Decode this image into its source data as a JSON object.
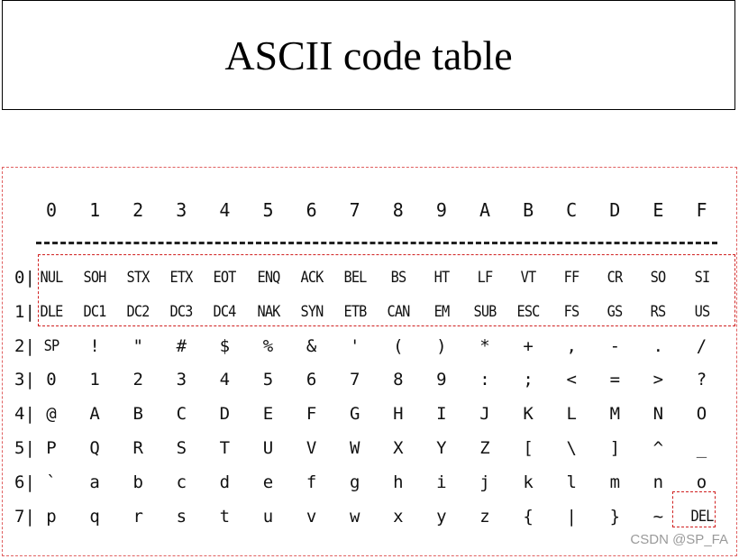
{
  "title": "ASCII code table",
  "columns": [
    "0",
    "1",
    "2",
    "3",
    "4",
    "5",
    "6",
    "7",
    "8",
    "9",
    "A",
    "B",
    "C",
    "D",
    "E",
    "F"
  ],
  "rows": [
    {
      "label": "0|",
      "cells": [
        "NUL",
        "SOH",
        "STX",
        "ETX",
        "EOT",
        "ENQ",
        "ACK",
        "BEL",
        "BS",
        "HT",
        "LF",
        "VT",
        "FF",
        "CR",
        "SO",
        "SI"
      ]
    },
    {
      "label": "1|",
      "cells": [
        "DLE",
        "DC1",
        "DC2",
        "DC3",
        "DC4",
        "NAK",
        "SYN",
        "ETB",
        "CAN",
        "EM",
        "SUB",
        "ESC",
        "FS",
        "GS",
        "RS",
        "US"
      ]
    },
    {
      "label": "2|",
      "cells": [
        "SP",
        "!",
        "\"",
        "#",
        "$",
        "%",
        "&",
        "'",
        "(",
        ")",
        "*",
        "+",
        ",",
        "-",
        ".",
        "/"
      ]
    },
    {
      "label": "3|",
      "cells": [
        "0",
        "1",
        "2",
        "3",
        "4",
        "5",
        "6",
        "7",
        "8",
        "9",
        ":",
        ";",
        "<",
        "=",
        ">",
        "?"
      ]
    },
    {
      "label": "4|",
      "cells": [
        "@",
        "A",
        "B",
        "C",
        "D",
        "E",
        "F",
        "G",
        "H",
        "I",
        "J",
        "K",
        "L",
        "M",
        "N",
        "O"
      ]
    },
    {
      "label": "5|",
      "cells": [
        "P",
        "Q",
        "R",
        "S",
        "T",
        "U",
        "V",
        "W",
        "X",
        "Y",
        "Z",
        "[",
        "\\",
        "]",
        "^",
        "_"
      ]
    },
    {
      "label": "6|",
      "cells": [
        "`",
        "a",
        "b",
        "c",
        "d",
        "e",
        "f",
        "g",
        "h",
        "i",
        "j",
        "k",
        "l",
        "m",
        "n",
        "o"
      ]
    },
    {
      "label": "7|",
      "cells": [
        "p",
        "q",
        "r",
        "s",
        "t",
        "u",
        "v",
        "w",
        "x",
        "y",
        "z",
        "{",
        "|",
        "}",
        "~",
        "DEL"
      ]
    }
  ],
  "watermark": "CSDN @SP_FA"
}
